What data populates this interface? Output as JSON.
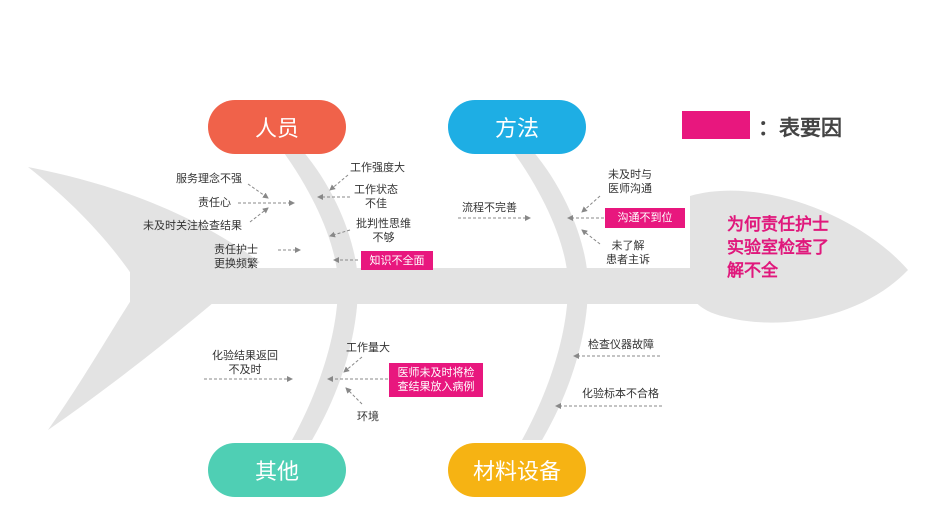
{
  "colors": {
    "people": "#f0624a",
    "method": "#1eaee4",
    "other": "#4fcfb4",
    "material": "#f6b313",
    "key": "#e8177e",
    "effect": "#e0187c",
    "fish": "#e3e3e3"
  },
  "categories": {
    "people": "人员",
    "method": "方法",
    "other": "其他",
    "material": "材料设备"
  },
  "legend": {
    "label": "：表要因"
  },
  "effect_lines": [
    "为何责任护士",
    "实验室检查了",
    "解不全"
  ],
  "people_causes": {
    "c1": "服务理念不强",
    "c2": "责任心",
    "c3": "未及时关注检查结果",
    "c4": [
      "责任护士",
      "更换频繁"
    ],
    "c5": "工作强度大",
    "c6": [
      "工作状态",
      "不佳"
    ],
    "c7": [
      "批判性思维",
      "不够"
    ],
    "c8": "知识不全面"
  },
  "method_causes": {
    "c1": "流程不完善",
    "c2": [
      "未及时与",
      "医师沟通"
    ],
    "c3": "沟通不到位",
    "c4": [
      "未了解",
      "患者主诉"
    ]
  },
  "other_causes": {
    "c1": [
      "化验结果返回",
      "不及时"
    ],
    "c2": "工作量大",
    "c3": [
      "医师未及时将检",
      "查结果放入病例"
    ],
    "c4": "环境"
  },
  "material_causes": {
    "c1": "检查仪器故障",
    "c2": "化验标本不合格"
  }
}
